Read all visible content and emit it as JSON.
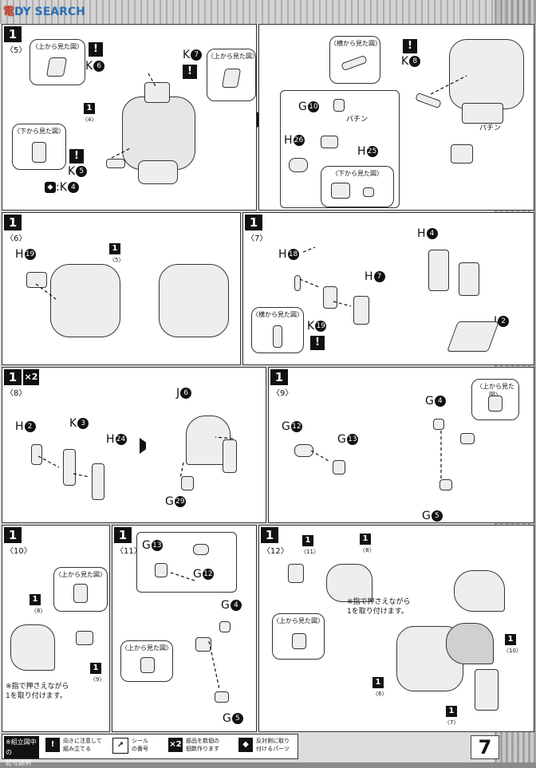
{
  "header": {
    "logo_red": "電",
    "logo_rest": "DY SEARCH"
  },
  "page_number": "7",
  "steps": {
    "s5": {
      "num": "1",
      "sub": "〈5〉"
    },
    "s6": {
      "num": "1",
      "sub": "〈6〉"
    },
    "s7": {
      "num": "1",
      "sub": "〈7〉"
    },
    "s8": {
      "num": "1",
      "sub": "〈8〉",
      "mult": "×2"
    },
    "s9": {
      "num": "1",
      "sub": "〈9〉"
    },
    "s10": {
      "num": "1",
      "sub": "〈10〉"
    },
    "s11": {
      "num": "1",
      "sub": "〈11〉"
    },
    "s12": {
      "num": "1",
      "sub": "〈12〉"
    }
  },
  "views": {
    "top": "〈上から見た図〉",
    "bottom": "〈下から見た図〉",
    "side": "〈横から見た図〉"
  },
  "labels": {
    "k6": "K",
    "k6n": "6",
    "k7": "K",
    "k7n": "7",
    "k5": "K",
    "k5n": "5",
    "k4": ":K",
    "k4n": "4",
    "k8": "K",
    "k8n": "8",
    "g10": "G",
    "g10n": "10",
    "h26": "H",
    "h26n": "26",
    "h25": "H",
    "h25n": "25",
    "pachin1": "パチン",
    "pachin2": "パチン",
    "h19": "H",
    "h19n": "19",
    "h18": "H",
    "h18n": "18",
    "h7": "H",
    "h7n": "7",
    "k19": "K",
    "k19n": "19",
    "h4": "H",
    "h4n": "4",
    "j2": "J",
    "j2n": "2",
    "h2": "H",
    "h2n": "2",
    "k3": "K",
    "k3n": "3",
    "h24": "H",
    "h24n": "24",
    "j6": "J",
    "j6n": "6",
    "g29": "G",
    "g29n": "29",
    "g12": "G",
    "g12n": "12",
    "g13": "G",
    "g13n": "13",
    "g4": "G",
    "g4n": "4",
    "g5": "G",
    "g5n": "5",
    "s11_g13": "G",
    "s11_g13n": "13",
    "s11_g12": "G",
    "s11_g12n": "12",
    "s11_g4": "G",
    "s11_g4n": "4",
    "s11_g5": "G",
    "s11_g5n": "5",
    "ref_4": "〈4〉",
    "ref_5": "〈5〉",
    "ref_8": "〈8〉",
    "ref_9": "〈9〉",
    "ref_11": "〈11〉",
    "ref_10": "〈10〉",
    "ref_6": "〈6〉",
    "ref_7": "〈7〉"
  },
  "notes": {
    "s10": "※指で押さえながら\n1を取り付けます。",
    "s12": "※指で押さえながら\n1を取り付けます。"
  },
  "legend": {
    "title": "※組立図中の\n記号説明",
    "item1": "向きに注意して\n組み立てる",
    "item2": "シール\nの番号",
    "item3": "部品を数個の\n個数作ります",
    "item4": "反対側に取り\n付けるパーツ"
  }
}
